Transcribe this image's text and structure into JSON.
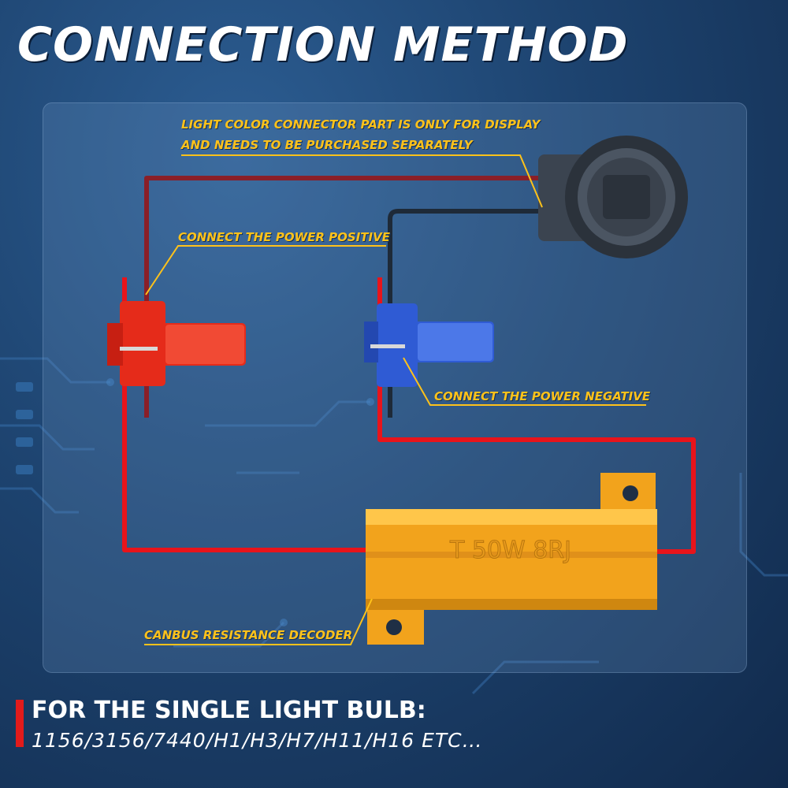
{
  "title": "CONNECTION METHOD",
  "callouts": {
    "connector_line1": "LIGHT COLOR CONNECTOR PART IS ONLY FOR DISPLAY",
    "connector_line2": "AND NEEDS TO BE PURCHASED SEPARATELY",
    "positive": "CONNECT THE POWER POSITIVE",
    "negative": "CONNECT THE POWER NEGATIVE",
    "decoder": "CANBUS RESISTANCE DECODER"
  },
  "resistor_marking": "T 50W 8RJ",
  "footer": {
    "heading": "FOR THE SINGLE LIGHT BULB:",
    "models": "1156/3156/7440/H1/H3/H7/H11/H16 ETC…"
  },
  "colors": {
    "callout_text": "#ffc21a",
    "red_wire": "#e8141b",
    "red_connector": "#e52b1a",
    "blue_connector": "#2f5bd4",
    "resistor": "#f2a31c",
    "accent_bar": "#e21b1b"
  }
}
